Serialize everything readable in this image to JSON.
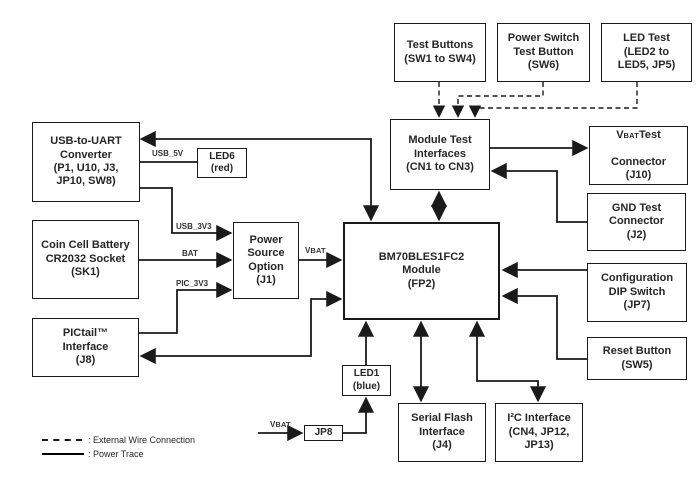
{
  "boxes": {
    "test_buttons": {
      "label": "Test Buttons\n(SW1 to SW4)"
    },
    "power_switch": {
      "label": "Power Switch\nTest Button\n(SW6)"
    },
    "led_test": {
      "label": "LED Test\n(LED2 to\nLED5, JP5)"
    },
    "usb_uart": {
      "label": "USB-to-UART\nConverter\n(P1, U10, J3,\nJP10, SW8)"
    },
    "led6": {
      "label": "LED6\n(red)"
    },
    "coin_cell": {
      "label": "Coin Cell Battery\nCR2032 Socket\n(SK1)"
    },
    "pictail": {
      "label": "PICtail™\nInterface\n(J8)"
    },
    "power_source": {
      "label": "Power\nSource\nOption\n(J1)"
    },
    "module": {
      "label": "BM70BLES1FC2\nModule\n(FP2)"
    },
    "mti": {
      "label": "Module Test\nInterfaces\n(CN1 to CN3)"
    },
    "vbat_test": {
      "v": "V",
      "small": "BAT",
      "after": " Test",
      "rest": "Connector\n(J10)"
    },
    "gnd_test": {
      "label": "GND Test\nConnector\n(J2)"
    },
    "config_dip": {
      "label": "Configuration\nDIP Switch\n(JP7)"
    },
    "reset_btn": {
      "label": "Reset Button\n(SW5)"
    },
    "led1": {
      "label": "LED1\n(blue)"
    },
    "jp8": {
      "label": "JP8"
    },
    "serial_flash": {
      "label": "Serial Flash\nInterface\n(J4)"
    },
    "i2c": {
      "label": "I²C Interface\n(CN4, JP12,\nJP13)"
    }
  },
  "wire_labels": {
    "usb_5v": "USB_5V",
    "usb_3v3": "USB_3V3",
    "bat": "BAT",
    "pic_3v3": "PIC_3V3",
    "vbat_main": {
      "v": "V",
      "small": "BAT"
    },
    "vbat_jp8": {
      "v": "V",
      "small": "BAT"
    }
  },
  "legend": {
    "dashed_label": ": External Wire Connection",
    "solid_label": ": Power Trace"
  },
  "colors": {
    "line": "#1a1a1a",
    "background": "#ffffff"
  }
}
